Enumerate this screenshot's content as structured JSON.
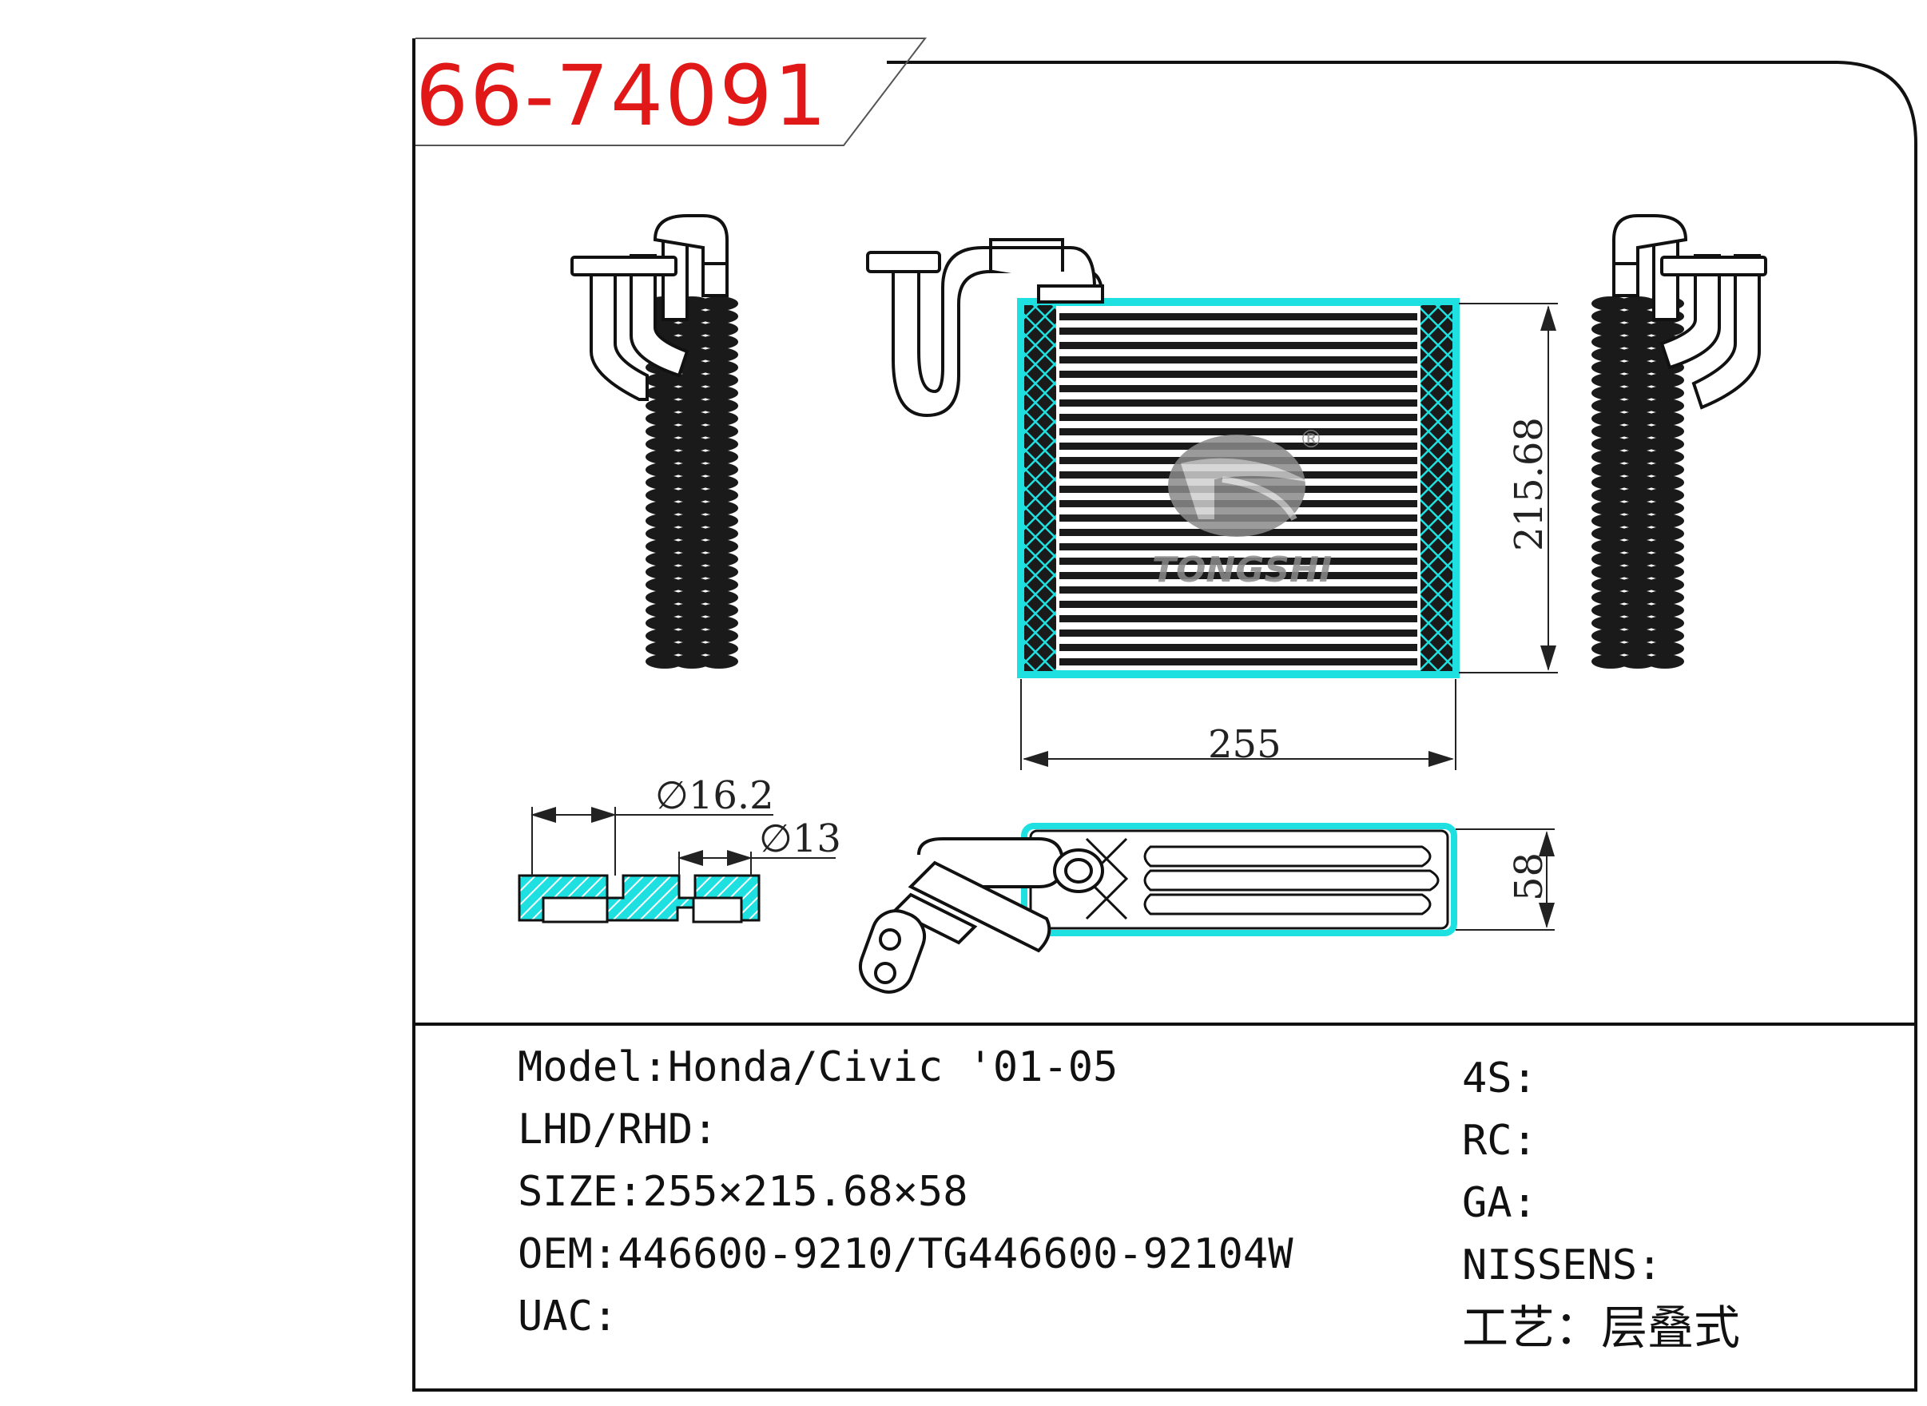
{
  "part_number": "66-74091",
  "brand_watermark": "TONGSHI",
  "registered_mark": "®",
  "dimensions": {
    "width_label": "255",
    "height_label": "215.68",
    "depth_label": "58",
    "pipe_outer_label": "∅16.2",
    "pipe_inner_label": "∅13"
  },
  "specs": {
    "model": "Model:Honda/Civic '01-05",
    "lhd_rhd": "LHD/RHD:",
    "size": "SIZE:255×215.68×58",
    "oem": "OEM:446600-9210/TG446600-92104W",
    "uac": "UAC:"
  },
  "cross_refs": {
    "four_s": "4S:",
    "rc": "RC:",
    "ga": "GA:",
    "nissens": "NISSENS:",
    "process": "工艺：层叠式"
  },
  "colors": {
    "frame": "#111111",
    "accent": "#1ee0e0",
    "part_number": "#e01818",
    "core": "#1a1a1a"
  }
}
